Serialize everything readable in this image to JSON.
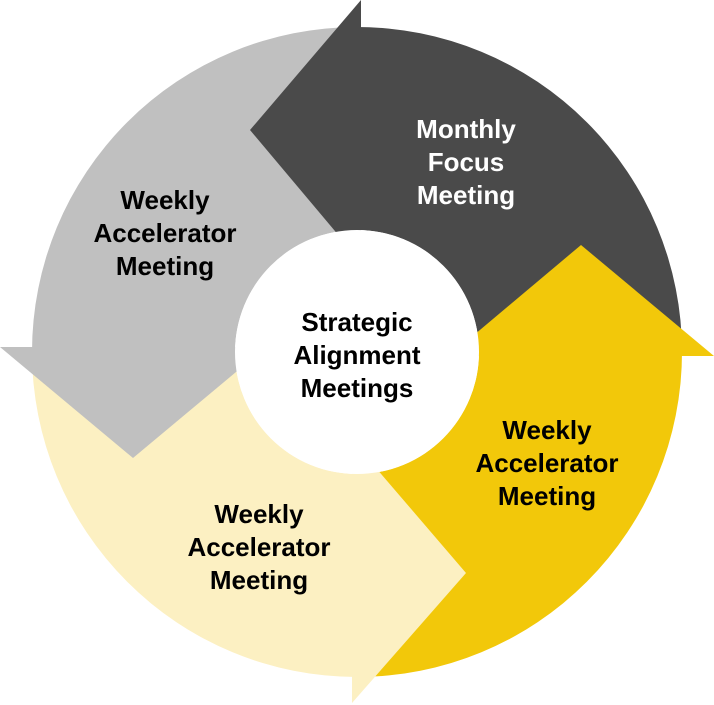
{
  "center": {
    "lines": [
      "Strategic",
      "Alignment",
      "Meetings"
    ]
  },
  "segments": [
    {
      "id": "monthly",
      "lines": [
        "Monthly",
        "Focus",
        "Meeting"
      ],
      "color": "#4a4a4a",
      "text_color": "#ffffff"
    },
    {
      "id": "weekly-right",
      "lines": [
        "Weekly",
        "Accelerator",
        "Meeting"
      ],
      "color": "#f2c80a",
      "text_color": "#000000"
    },
    {
      "id": "weekly-bottom",
      "lines": [
        "Weekly",
        "Accelerator",
        "Meeting"
      ],
      "color": "#fcf0c2",
      "text_color": "#000000"
    },
    {
      "id": "weekly-left",
      "lines": [
        "Weekly",
        "Accelerator",
        "Meeting"
      ],
      "color": "#c0c0c0",
      "text_color": "#000000"
    }
  ]
}
